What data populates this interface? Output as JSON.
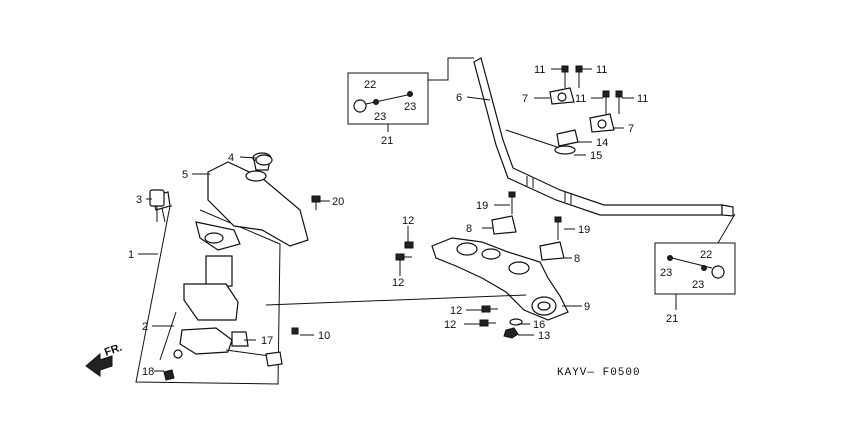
{
  "diagram_code": "KAYV— F0500",
  "front_label": "FR.",
  "callouts": {
    "c1": "1",
    "c2": "2",
    "c3": "3",
    "c4": "4",
    "c5": "5",
    "c6": "6",
    "c7a": "7",
    "c7b": "7",
    "c8a": "8",
    "c8b": "8",
    "c9": "9",
    "c10": "10",
    "c11a": "11",
    "c11b": "11",
    "c11c": "11",
    "c11d": "11",
    "c12a": "12",
    "c12b": "12",
    "c12c": "12",
    "c12d": "12",
    "c13": "13",
    "c14": "14",
    "c15": "15",
    "c16": "16",
    "c17": "17",
    "c18": "18",
    "c19a": "19",
    "c19b": "19",
    "c20": "20",
    "c21a": "21",
    "c21b": "21",
    "c22a": "22",
    "c22b": "22",
    "c23a": "23",
    "c23b": "23",
    "c23c": "23",
    "c23d": "23"
  }
}
